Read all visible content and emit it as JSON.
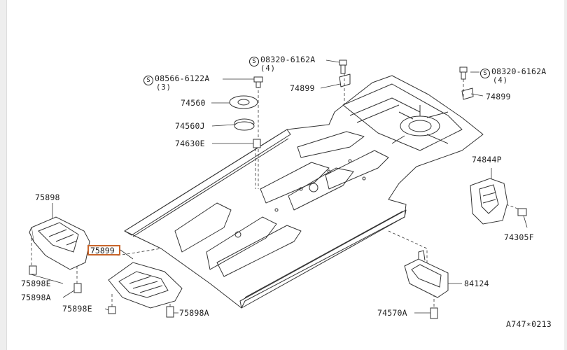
{
  "labels": {
    "p08320_top": "08320-6162A",
    "p08320_top_qty": "(4)",
    "p08320_right": "08320-6162A",
    "p08320_right_qty": "(4)",
    "p08566": "08566-6122A",
    "p08566_qty": "(3)",
    "p74899_left": "74899",
    "p74899_right": "74899",
    "p74560": "74560",
    "p74560J": "74560J",
    "p74630E": "74630E",
    "p74844P": "74844P",
    "p74305F": "74305F",
    "p75898": "75898",
    "p75899": "75899",
    "p75898E_a": "75898E",
    "p75898A_a": "75898A",
    "p75898E_b": "75898E",
    "p75898A_b": "75898A",
    "p84124": "84124",
    "p74570A": "74570A"
  },
  "screw_symbol": "S",
  "diagram_code": "A747∗0213",
  "colors": {
    "highlight": "#c8642a",
    "line": "#333333"
  }
}
